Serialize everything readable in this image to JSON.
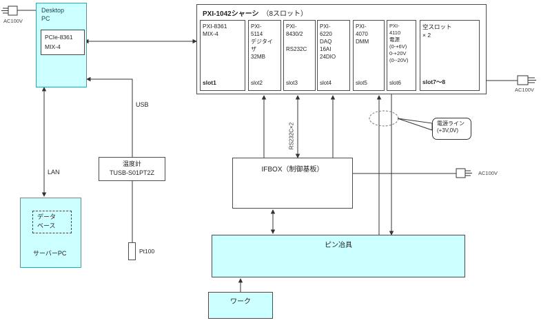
{
  "colors": {
    "cyan_fill": "#ccffff",
    "teal_border": "#3f9d9d",
    "dark_border": "#4a4a4a",
    "line": "#333333"
  },
  "ac_power": {
    "left_label": "AC100V",
    "right_top_label": "AC100V",
    "right_mid_label": "AC100V"
  },
  "desktop_pc": {
    "title": "Desktop\nPC",
    "card": "PCIe-8361\nMIX-4"
  },
  "connections": {
    "usb": "USB",
    "lan": "LAN",
    "rs232c": "RS232C×2",
    "pt100": "Pt100"
  },
  "thermometer": {
    "text": "温度計\nTUSB-S01PT2Z"
  },
  "server_pc": {
    "database": "データ\nベース",
    "label": "サーバーPC"
  },
  "chassis": {
    "title_main": "PXI-1042シャーシ",
    "title_sub": "　（8スロット）",
    "slots": [
      {
        "content": "PXI-8361\nMIX-4",
        "label": "slot1"
      },
      {
        "content": "PXI-\n5114\nデジタイ\nザ\n32MB",
        "label": "slot2"
      },
      {
        "content": "PXI-\n8430/2\n\nRS232C",
        "label": "slot3"
      },
      {
        "content": "PXI-\n6220\nDAQ\n16AI\n24DIO",
        "label": "slot4"
      },
      {
        "content": "PXI-\n4070\nDMM",
        "label": "slot5"
      },
      {
        "content": "PXI-\n4110\n電源\n(0-+6V)\n0-+20V\n(0--20V)",
        "label": "slot6"
      },
      {
        "content": "空スロット\n× 2",
        "label": "slot7～8"
      }
    ]
  },
  "ifbox": {
    "label": "IFBOX（制御基板）"
  },
  "pin_jig": {
    "label": "ピン冶具"
  },
  "work": {
    "label": "ワーク"
  },
  "power_callout": {
    "text": "電源ライン\n(+3V,0V)"
  }
}
